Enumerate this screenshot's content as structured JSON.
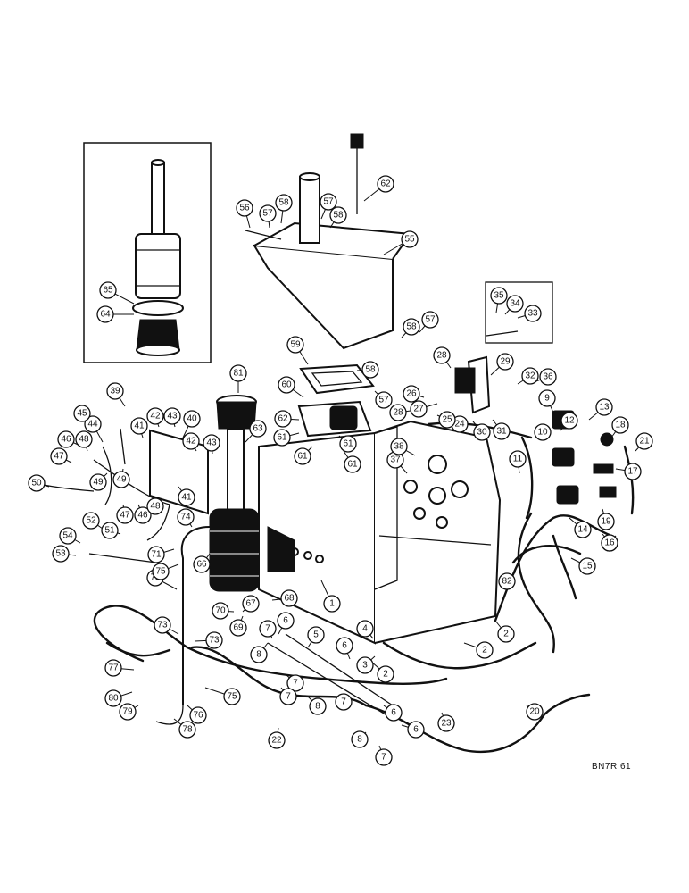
{
  "drawing_code": "BN7R 61",
  "callouts": [
    "1",
    "2",
    "3",
    "4",
    "5",
    "6",
    "7",
    "8",
    "9",
    "10",
    "11",
    "12",
    "13",
    "14",
    "15",
    "16",
    "17",
    "18",
    "19",
    "20",
    "21",
    "22",
    "23",
    "24",
    "25",
    "26",
    "27",
    "28",
    "29",
    "30",
    "31",
    "32",
    "33",
    "34",
    "35",
    "36",
    "37",
    "38",
    "39",
    "40",
    "41",
    "42",
    "43",
    "44",
    "45",
    "46",
    "47",
    "48",
    "49",
    "50",
    "51",
    "52",
    "53",
    "54",
    "55",
    "56",
    "57",
    "58",
    "59",
    "60",
    "61",
    "62",
    "63",
    "64",
    "65",
    "66",
    "67",
    "68",
    "69",
    "70",
    "71",
    "72",
    "73",
    "74",
    "75",
    "76",
    "77",
    "78",
    "79",
    "80",
    "81",
    "82"
  ]
}
